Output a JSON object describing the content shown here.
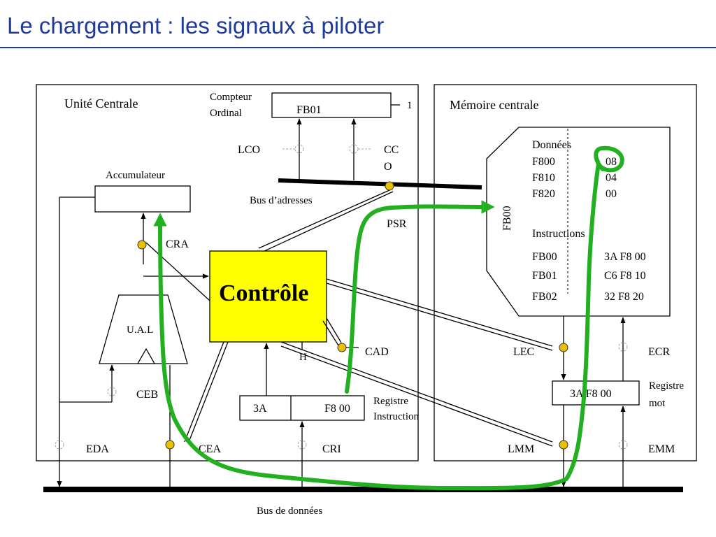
{
  "title": "Le chargement : les signaux à piloter",
  "cpu": {
    "title": "Unité Centrale",
    "compteur_line1": "Compteur",
    "compteur_line2": "Ordinal",
    "compteur_value": "FB01",
    "compteur_inc": "1",
    "lco": "LCO",
    "cco_line1": "CC",
    "cco_line2": "O",
    "bus_adresses": "Bus d’adresses",
    "accumulateur": "Accumulateur",
    "cra": "CRA",
    "controle": "Contrôle",
    "ual": "U.A.L",
    "psr": "PSR",
    "h": "H",
    "cad": "CAD",
    "ceb": "CEB",
    "ri_opcode": "3A",
    "ri_operand": "F8 00",
    "registre_instruction_line1": "Registre",
    "registre_instruction_line2": "Instruction",
    "eda": "EDA",
    "cea": "CEA",
    "cri": "CRI"
  },
  "memory": {
    "title": "Mémoire centrale",
    "address_label": "FB00",
    "donnees_label": "Données",
    "donnees": [
      {
        "addr": "F800",
        "val": "08"
      },
      {
        "addr": "F810",
        "val": "04"
      },
      {
        "addr": "F820",
        "val": "00"
      }
    ],
    "instructions_label": "Instructions",
    "instructions": [
      {
        "addr": "FB00",
        "val": "3A F8 00"
      },
      {
        "addr": "FB01",
        "val": "C6 F8 10"
      },
      {
        "addr": "FB02",
        "val": "32 F8 20"
      }
    ],
    "lec": "LEC",
    "ecr": "ECR",
    "registre_mot_value": "3A F8 00",
    "registre_mot_line1": "Registre",
    "registre_mot_line2": "mot",
    "lmm": "LMM",
    "emm": "EMM"
  },
  "bus_donnees": "Bus de données",
  "colors": {
    "title": "#1f3a9a",
    "controle_fill": "#ffff00",
    "active_gate": "#e8c000",
    "annotation_green": "#22b020"
  }
}
